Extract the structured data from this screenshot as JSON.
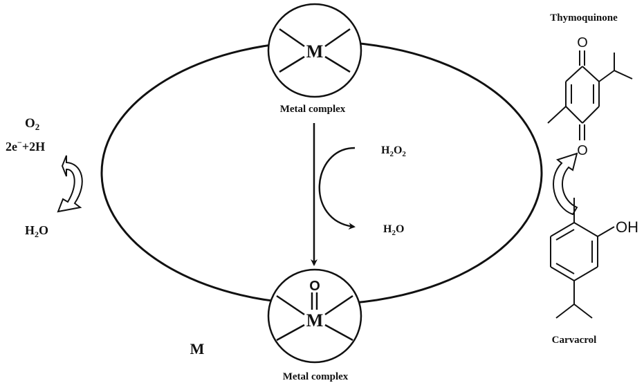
{
  "labels": {
    "thymoquinone": "Thymoquinone",
    "carvacrol": "Carvacrol",
    "metal_complex_top": "Metal complex",
    "metal_complex_bottom": "Metal complex",
    "cycle_label": "M",
    "metal_symbol": "M",
    "oxo_symbol": "O",
    "oxygen_symbol": "O",
    "hydroxyl": "OH"
  },
  "left_pathway": {
    "reactant_main": "O",
    "reactant_sub": "2",
    "electrons_main": "2e",
    "electrons_sup": "−",
    "electrons_rest": "+2H",
    "product_pre": "H",
    "product_sub": "2",
    "product_post": "O"
  },
  "center_pathway": {
    "reactant_pre": "H",
    "reactant_sub1": "2",
    "reactant_mid": "O",
    "reactant_sub2": "2",
    "product_pre": "H",
    "product_sub": "2",
    "product_post": "O"
  }
}
